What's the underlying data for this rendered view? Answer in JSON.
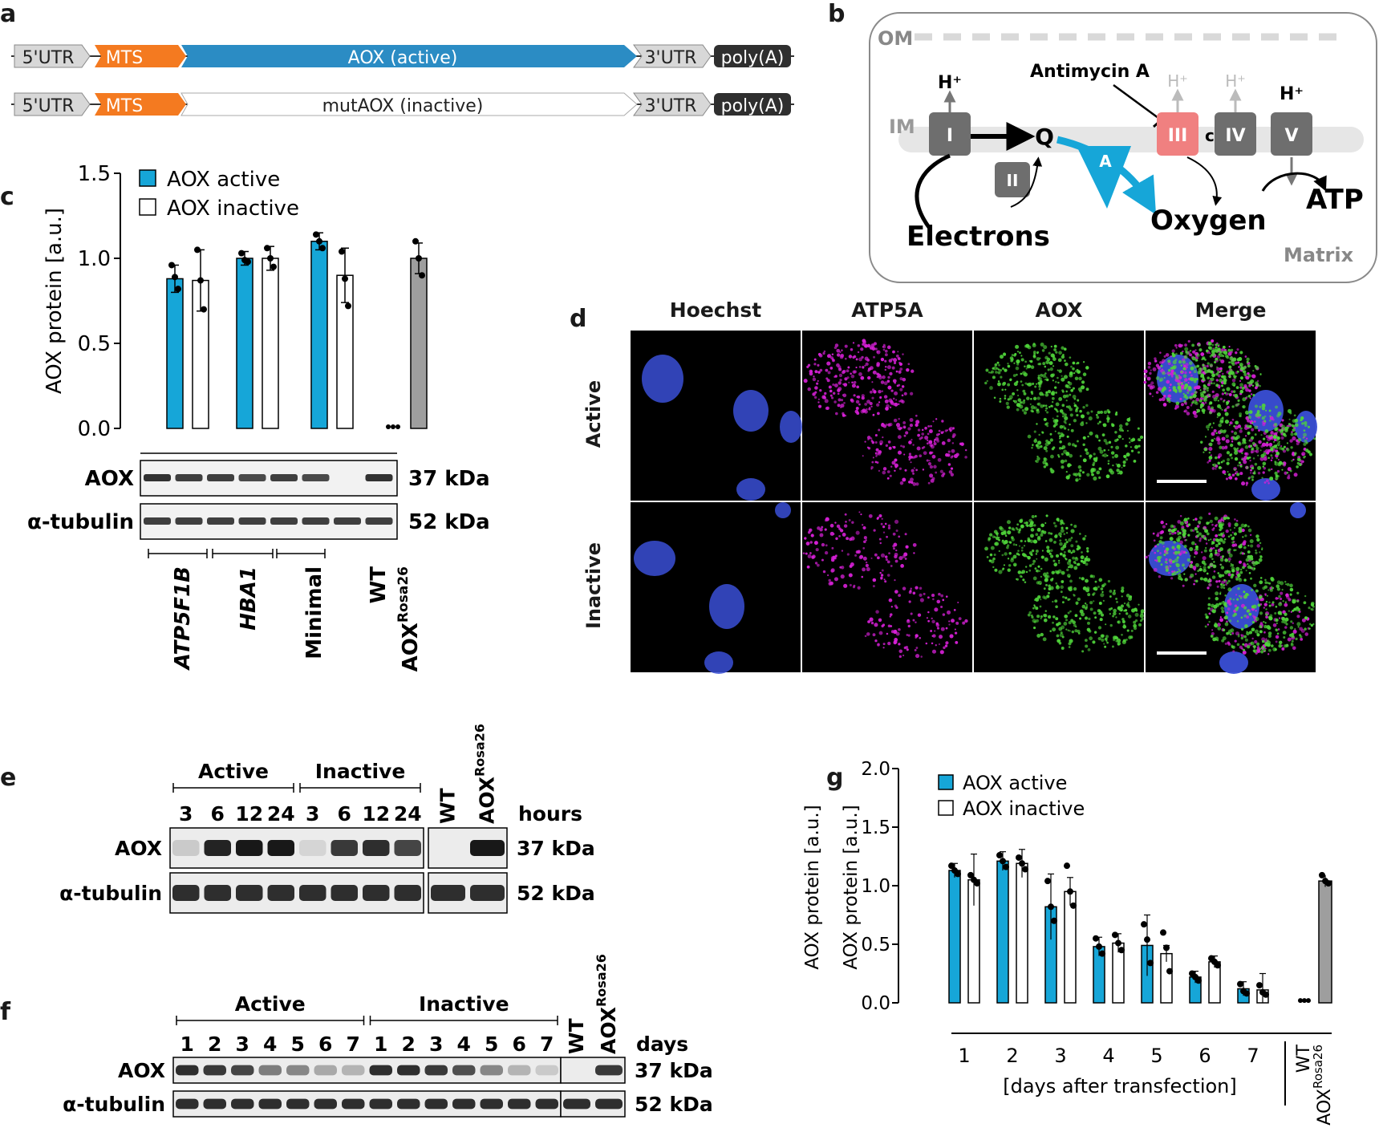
{
  "panels": {
    "a": "a",
    "b": "b",
    "c": "c",
    "d": "d",
    "e": "e",
    "f": "f",
    "g": "g"
  },
  "constructs": [
    {
      "utr5": "5'UTR",
      "mts": "MTS",
      "orf": "AOX (active)",
      "utr3": "3'UTR",
      "polya": "poly(A)"
    },
    {
      "utr5": "5'UTR",
      "mts": "MTS",
      "orf": "mutAOX (inactive)",
      "utr3": "3'UTR",
      "polya": "poly(A)"
    }
  ],
  "etc": {
    "om": "OM",
    "im": "IM",
    "matrix": "Matrix",
    "complexes": [
      "I",
      "II",
      "III",
      "IV",
      "V"
    ],
    "q": "Q",
    "c": "c",
    "aox": "A",
    "hplus": "H⁺",
    "antimycin": "Antimycin A",
    "electrons": "Electrons",
    "oxygen": "Oxygen",
    "atp": "ATP",
    "colors": {
      "aox": "#16a6d8",
      "complex": "#6e6e6e",
      "complex3": "#f08080"
    }
  },
  "chart_c": {
    "type": "bar",
    "ylabel": "AOX protein [a.u.]",
    "yticks": [
      "0.0",
      "0.5",
      "1.0",
      "1.5"
    ],
    "ylim": [
      0,
      1.5
    ],
    "legend": [
      "AOX active",
      "AOX inactive"
    ],
    "bars": [
      {
        "value": 0.88,
        "err": 0.08,
        "kind": "active",
        "points": [
          0.96,
          0.89,
          0.82
        ]
      },
      {
        "value": 0.87,
        "err": 0.18,
        "kind": "inactive",
        "points": [
          1.05,
          0.87,
          0.7
        ]
      },
      {
        "value": 1.0,
        "err": 0.04,
        "kind": "active",
        "points": [
          1.03,
          0.99,
          0.98
        ]
      },
      {
        "value": 1.0,
        "err": 0.07,
        "kind": "inactive",
        "points": [
          1.06,
          1.0,
          0.95
        ]
      },
      {
        "value": 1.1,
        "err": 0.05,
        "kind": "active",
        "points": [
          1.14,
          1.1,
          1.06
        ]
      },
      {
        "value": 0.9,
        "err": 0.16,
        "kind": "inactive",
        "points": [
          1.04,
          0.88,
          0.72
        ]
      },
      {
        "value": 0.0,
        "err": 0.0,
        "kind": "wt",
        "points": [
          0.0,
          0.0,
          0.0
        ]
      },
      {
        "value": 1.0,
        "err": 0.09,
        "kind": "rosa",
        "points": [
          1.1,
          1.0,
          0.9
        ]
      }
    ],
    "blot_rows": [
      {
        "label": "AOX",
        "kda": "37 kDa"
      },
      {
        "label": "α-tubulin",
        "kda": "52 kDa"
      }
    ],
    "groups": [
      "ATP5F1B",
      "HBA1",
      "Minimal",
      "WT",
      "AOX",
      "Rosa26"
    ]
  },
  "micrographs": {
    "columns": [
      "Hoechst",
      "ATP5A",
      "AOX",
      "Merge"
    ],
    "rows": [
      "Active",
      "Inactive"
    ]
  },
  "blot_e": {
    "groups": [
      "Active",
      "Inactive"
    ],
    "lanes": [
      "3",
      "6",
      "12",
      "24",
      "3",
      "6",
      "12",
      "24"
    ],
    "controls": [
      "WT",
      "AOX",
      "Rosa26"
    ],
    "unit": "hours",
    "rows": [
      {
        "label": "AOX",
        "kda": "37 kDa"
      },
      {
        "label": "α-tubulin",
        "kda": "52 kDa"
      }
    ],
    "aox_band_intensity": [
      0.15,
      0.9,
      0.95,
      0.95,
      0.1,
      0.8,
      0.85,
      0.75,
      0.0,
      0.95
    ]
  },
  "blot_f": {
    "groups": [
      "Active",
      "Inactive"
    ],
    "lanes": [
      "1",
      "2",
      "3",
      "4",
      "5",
      "6",
      "7",
      "1",
      "2",
      "3",
      "4",
      "5",
      "6",
      "7"
    ],
    "controls": [
      "WT",
      "AOX",
      "Rosa26"
    ],
    "unit": "days",
    "rows": [
      {
        "label": "AOX",
        "kda": "37 kDa"
      },
      {
        "label": "α-tubulin",
        "kda": "52 kDa"
      }
    ],
    "aox_band_intensity": [
      0.85,
      0.8,
      0.75,
      0.5,
      0.45,
      0.3,
      0.25,
      0.85,
      0.85,
      0.8,
      0.7,
      0.45,
      0.25,
      0.15,
      0.0,
      0.8
    ]
  },
  "chart_g": {
    "type": "bar",
    "ylabel": "AOX protein [a.u.]",
    "yticks": [
      "0.0",
      "0.5",
      "1.0",
      "1.5",
      "2.0"
    ],
    "ylim": [
      0,
      2.0
    ],
    "legend": [
      "AOX active",
      "AOX inactive"
    ],
    "categories": [
      "1",
      "2",
      "3",
      "4",
      "5",
      "6",
      "7"
    ],
    "xlabel": "[days after transfection]",
    "controls": [
      "WT",
      "AOX",
      "Rosa26"
    ],
    "series": [
      {
        "name": "AOX active",
        "values": [
          1.13,
          1.21,
          0.82,
          0.48,
          0.49,
          0.22,
          0.12
        ],
        "err": [
          0.06,
          0.08,
          0.28,
          0.08,
          0.26,
          0.05,
          0.06
        ]
      },
      {
        "name": "AOX inactive",
        "values": [
          1.05,
          1.19,
          0.95,
          0.51,
          0.42,
          0.35,
          0.11
        ],
        "err": [
          0.22,
          0.12,
          0.12,
          0.08,
          0.07,
          0.05,
          0.14
        ]
      }
    ],
    "wt_value": 0.02,
    "rosa_value": 1.04,
    "rosa_err": 0.05
  }
}
